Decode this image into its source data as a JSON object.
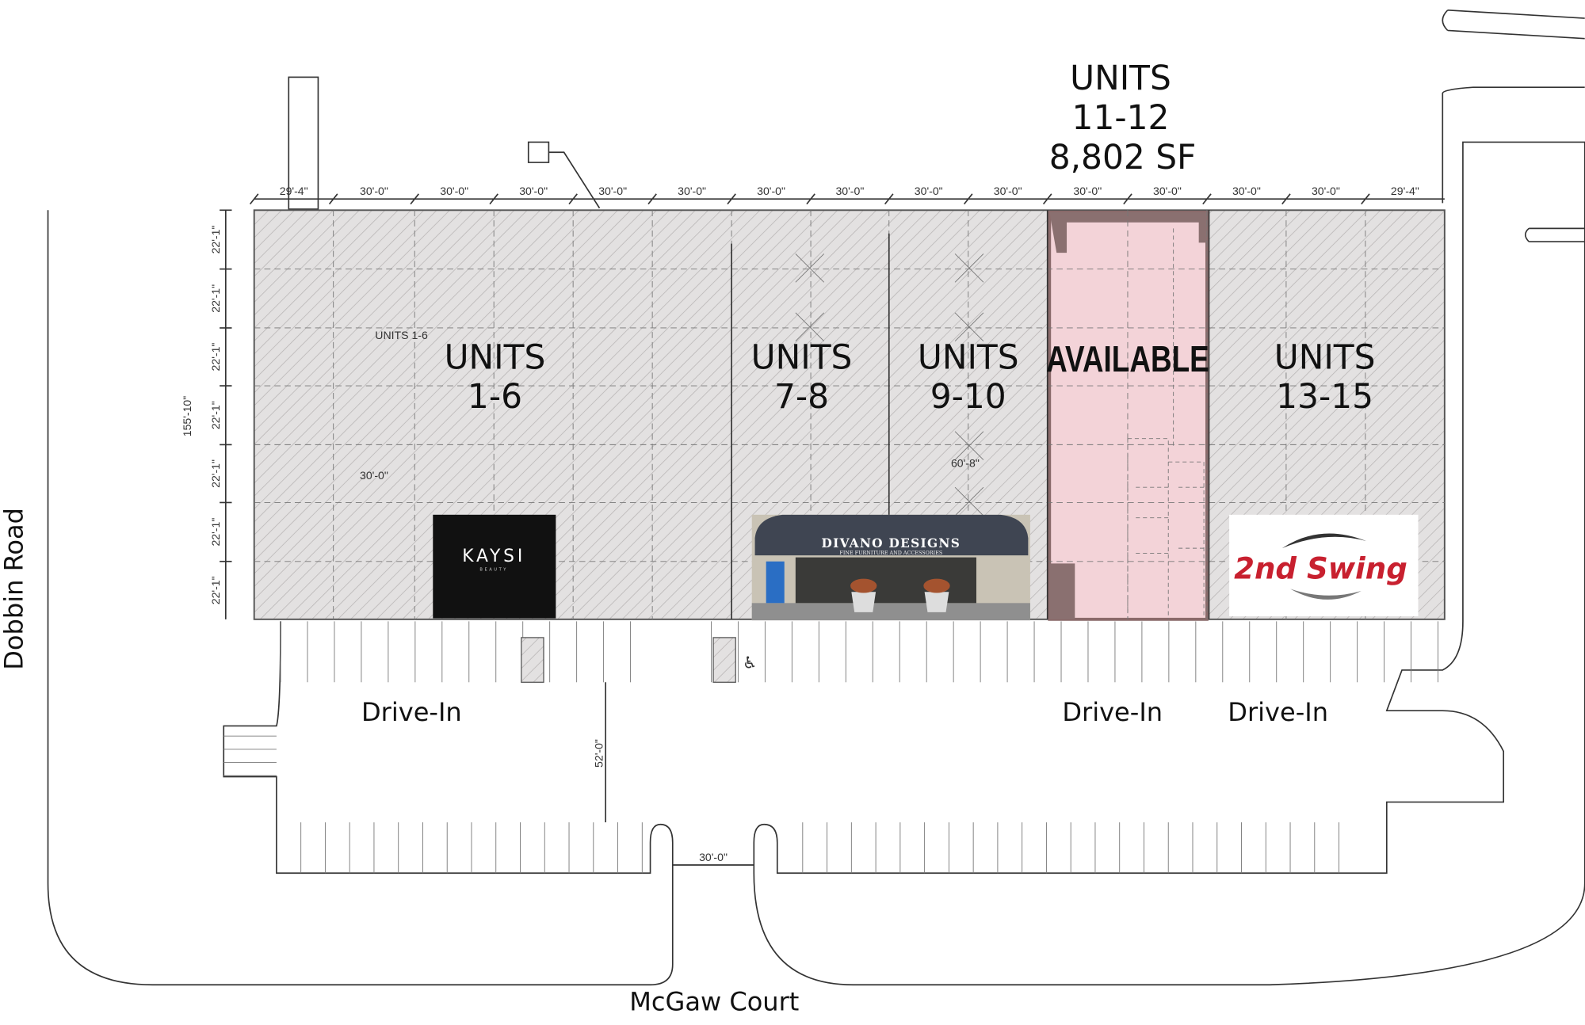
{
  "header": {
    "line1": "UNITS",
    "line2": "11-12",
    "line3": "8,802 SF"
  },
  "units": [
    {
      "line1": "UNITS",
      "line2": "1-6"
    },
    {
      "line1": "UNITS",
      "line2": "7-8"
    },
    {
      "line1": "UNITS",
      "line2": "9-10"
    },
    {
      "line1": "AVAILABLE",
      "line2": ""
    },
    {
      "line1": "UNITS",
      "line2": "13-15"
    }
  ],
  "top_dimensions": [
    "29'-4\"",
    "30'-0\"",
    "30'-0\"",
    "30'-0\"",
    "30'-0\"",
    "30'-0\"",
    "30'-0\"",
    "30'-0\"",
    "30'-0\"",
    "30'-0\"",
    "30'-0\"",
    "30'-0\"",
    "30'-0\"",
    "30'-0\"",
    "29'-4\""
  ],
  "side_dimensions": [
    "22'-1\"",
    "22'-1\"",
    "22'-1\"",
    "22'-1\"",
    "22'-1\"",
    "22'-1\"",
    "22'-1\""
  ],
  "overall_depth": "155'-10\"",
  "small_labels": {
    "units16": "UNITS 1-6",
    "bay": "30'-0\"",
    "bay2": "60'-8\"",
    "drive_aisle": "52'-0\"",
    "entrance": "30'-0\""
  },
  "drive_ins": [
    "Drive-In",
    "Drive-In",
    "Drive-In"
  ],
  "roads": {
    "left": "Dobbin Road",
    "bottom": "McGaw Court"
  },
  "tenants": {
    "kaysi": {
      "name": "KAYSI",
      "sub": "BEAUTY"
    },
    "divano": {
      "name": "DIVANO DESIGNS",
      "sub": "FINE FURNITURE AND ACCESSORIES"
    },
    "second_swing": {
      "name": "2nd Swing"
    }
  },
  "colors": {
    "available": "#f3d3d8",
    "available_border": "#8a6a6a",
    "building": "#e2e0e0",
    "swing_red": "#c8202f"
  }
}
